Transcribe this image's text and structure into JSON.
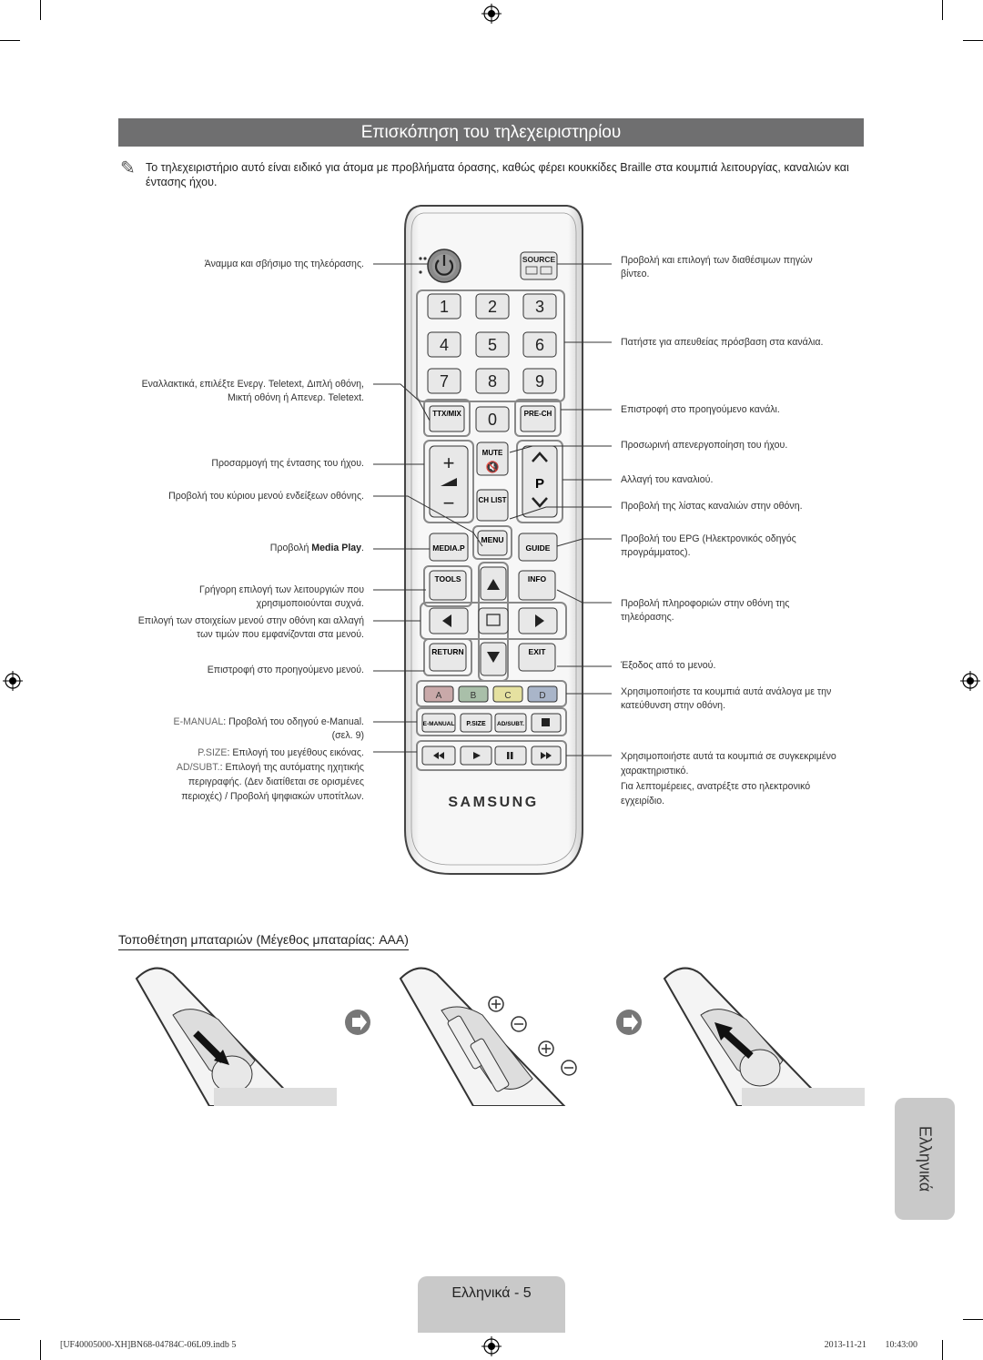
{
  "title": "Επισκόπηση του τηλεχειριστηρίου",
  "note": "Το τηλεχειριστήριο αυτό είναι ειδικό για άτομα με προβλήματα όρασης, καθώς φέρει κουκκίδες Braille στα κουμπιά λειτουργίας, καναλιών και έντασης ήχου.",
  "note_icon": "pencil-note-icon",
  "left_labels": {
    "power": "Άναμμα και σβήσιμο της τηλεόρασης.",
    "ttx_1": "Εναλλακτικά, επιλέξτε Ενεργ. Teletext, Διπλή οθόνη,",
    "ttx_2": "Μικτή οθόνη ή Απενερ. Teletext.",
    "volume": "Προσαρμογή της έντασης του ήχου.",
    "menu": "Προβολή του κύριου μενού ενδείξεων οθόνης.",
    "mediap_prefix": "Προβολή ",
    "mediap_bold": "Media Play",
    "mediap_suffix": ".",
    "tools_1": "Γρήγορη επιλογή των λειτουργιών που",
    "tools_2": "χρησιμοποιούνται συχνά.",
    "nav_1": "Επιλογή των στοιχείων μενού στην οθόνη και αλλαγή",
    "nav_2": "των τιμών που εμφανίζονται στα μενού.",
    "return": "Επιστροφή στο προηγούμενο μενού.",
    "emanual_key": "E-MANUAL",
    "emanual_text": ": Προβολή του οδηγού e-Manual.",
    "emanual_page": "(σελ. 9)",
    "psize_key": "P.SIZE",
    "psize_text": ": Επιλογή του μεγέθους εικόνας.",
    "adsubt_key": "AD/SUBT.",
    "adsubt_text": ": Επιλογή της αυτόματης ηχητικής",
    "adsubt_2": "περιγραφής. (Δεν διατίθεται σε ορισμένες",
    "adsubt_3": "περιοχές) / Προβολή ψηφιακών υποτίτλων."
  },
  "right_labels": {
    "source_1": "Προβολή και επιλογή των διαθέσιμων πηγών",
    "source_2": "βίντεο.",
    "numbers": "Πατήστε για απευθείας πρόσβαση στα κανάλια.",
    "prech": "Επιστροφή στο προηγούμενο κανάλι.",
    "mute": "Προσωρινή απενεργοποίηση του ήχου.",
    "channel": "Αλλαγή του καναλιού.",
    "chlist": "Προβολή της λίστας καναλιών στην οθόνη.",
    "guide_1": "Προβολή του EPG (Ηλεκτρονικός οδηγός",
    "guide_2": "προγράμματος).",
    "info_1": "Προβολή πληροφοριών στην οθόνη της",
    "info_2": "τηλεόρασης.",
    "exit": "Έξοδος από το μενού.",
    "color_1": "Χρησιμοποιήστε τα κουμπιά αυτά ανάλογα με την",
    "color_2": "κατεύθυνση στην οθόνη.",
    "media_1": "Χρησιμοποιήστε αυτά τα κουμπιά σε συγκεκριμένο",
    "media_2": "χαρακτηριστικό.",
    "media_3": "Για λεπτομέρειες, ανατρέξτε στο ηλεκτρονικό",
    "media_4": "εγχειρίδιο."
  },
  "remote": {
    "source": "SOURCE",
    "digits": [
      "1",
      "2",
      "3",
      "4",
      "5",
      "6",
      "7",
      "8",
      "9",
      "0"
    ],
    "ttx": "TTX/MIX",
    "prech": "PRE-CH",
    "mute": "MUTE",
    "ch_letter": "P",
    "chlist": "CH LIST",
    "mediap": "MEDIA.P",
    "menu": "MENU",
    "guide": "GUIDE",
    "tools": "TOOLS",
    "info": "INFO",
    "return": "RETURN",
    "exit": "EXIT",
    "colors": [
      "A",
      "B",
      "C",
      "D"
    ],
    "color_hex": [
      "#c9a9a9",
      "#a9bfa9",
      "#e5e1a0",
      "#a9b5c9"
    ],
    "emanual": "E-MANUAL",
    "psize": "P.SIZE",
    "adsubt": "AD/SUBT.",
    "brand": "SAMSUNG"
  },
  "battery_heading": "Τοποθέτηση μπαταριών (Μέγεθος μπαταρίας: AAA)",
  "side_tab": "Ελληνικά",
  "page_label": "Ελληνικά - 5",
  "footer_left": "[UF40005000-XH]BN68-04784C-06L09.indb   5",
  "footer_right": "2013-11-21   ￿￿ 10:43:00"
}
